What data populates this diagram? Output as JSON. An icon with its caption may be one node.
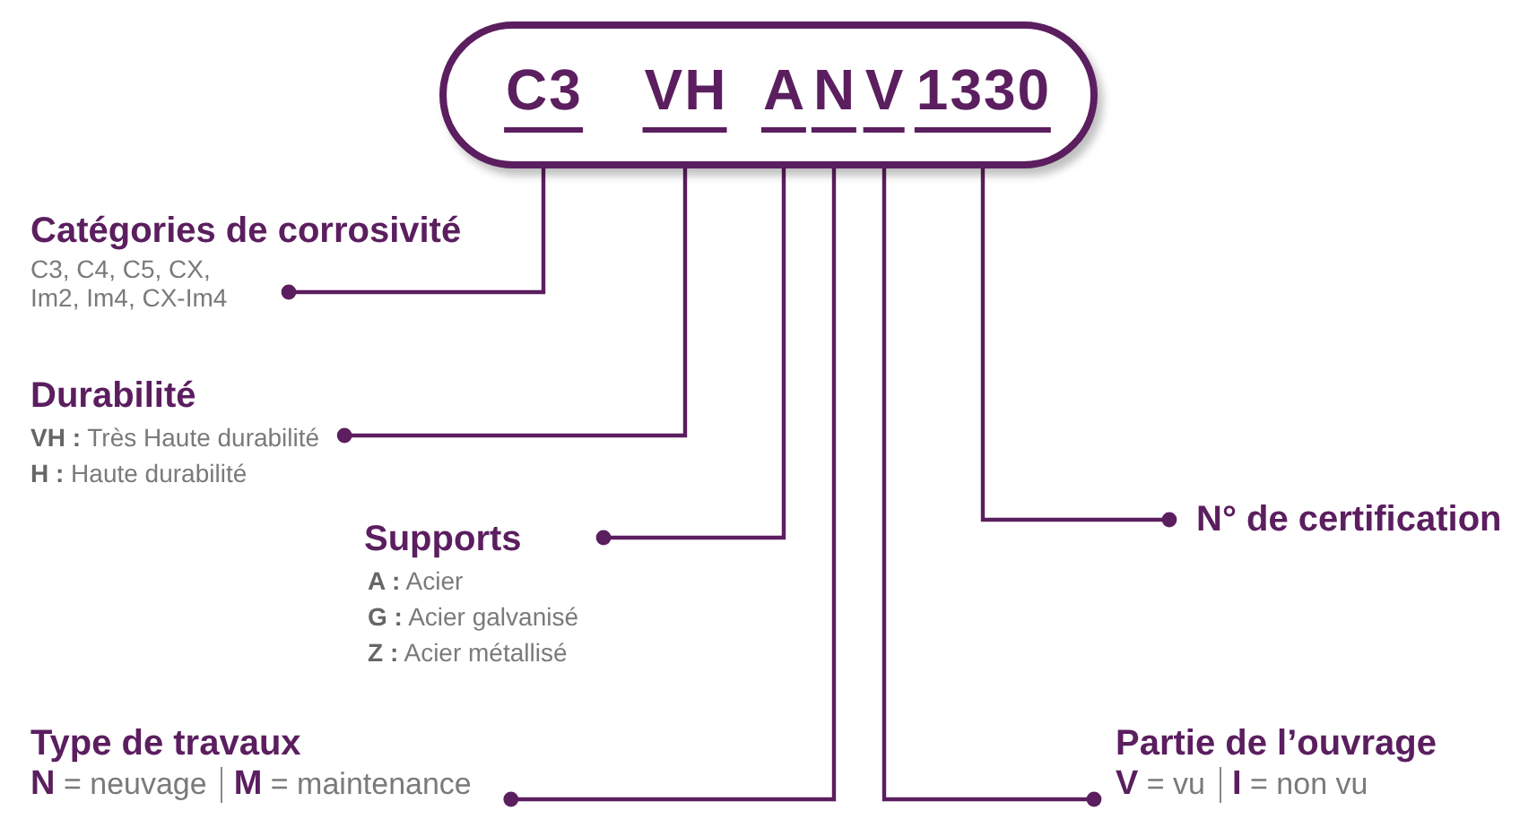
{
  "diagram": {
    "nodes": [
      {
        "text": [],
        "shape": "box"
      },
      {
        "text": [
          "C3"
        ],
        "in": 0
      },
      {
        "text": [
          "VH"
        ],
        "in": 0
      },
      {
        "text": [
          "A"
        ],
        "in": 0
      },
      {
        "text": [
          "N"
        ],
        "in": 0
      },
      {
        "text": [
          "V"
        ],
        "in": 0
      },
      {
        "text": [
          "1330"
        ],
        "in": 0
      },
      {
        "text": [
          "Catégories de corrosivité",
          "C3, C4, C5, CX, Im2, Im4, CX-Im4"
        ]
      },
      {
        "text": [
          "Durabilité",
          "**VH :** Très Haute durabilité",
          "**H :** Haute durabilité"
        ]
      },
      {
        "text": [
          "Supports",
          "**A :** Acier",
          "**G :** Acier galvanisé",
          "**Z :** Acier métallisé"
        ]
      },
      {
        "text": [
          "N° de certification"
        ]
      },
      {
        "text": [
          "Type de travaux",
          "**N** = neuvage",
          "**M** = maintenance"
        ]
      },
      {
        "text": [
          "Partie de l’ouvrage",
          "**V** = vu",
          "**I** = non vu"
        ]
      }
    ],
    "edges": [
      {
        "from": 1,
        "to": 7,
        "arrow": "other"
      },
      {
        "from": 2,
        "to": 8,
        "arrow": "other"
      },
      {
        "from": 3,
        "to": 9,
        "arrow": "other"
      },
      {
        "from": 6,
        "to": 10,
        "arrow": "other"
      },
      {
        "from": 4,
        "to": 11,
        "arrow": "other"
      },
      {
        "from": 5,
        "to": 12,
        "arrow": "other"
      }
    ]
  }
}
